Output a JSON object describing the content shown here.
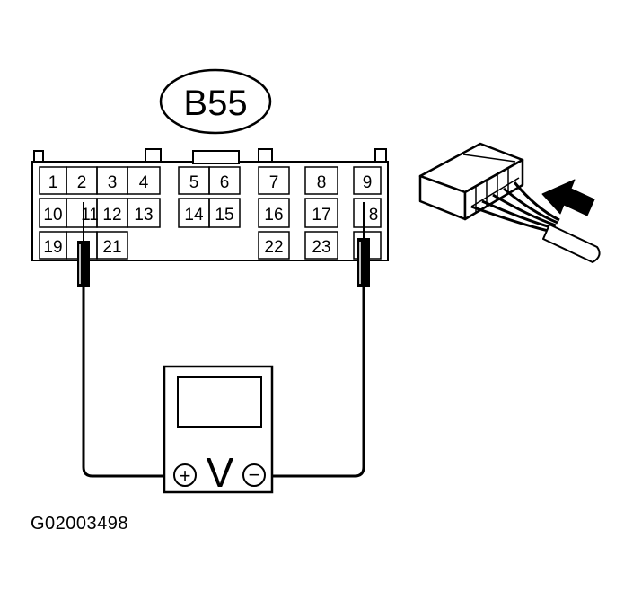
{
  "connector": {
    "name": "B55",
    "pins": [
      {
        "id": "1",
        "text": "1"
      },
      {
        "id": "2",
        "text": "2"
      },
      {
        "id": "3",
        "text": "3"
      },
      {
        "id": "4",
        "text": "4"
      },
      {
        "id": "5",
        "text": "5"
      },
      {
        "id": "6",
        "text": "6"
      },
      {
        "id": "7",
        "text": "7"
      },
      {
        "id": "8",
        "text": "8"
      },
      {
        "id": "9",
        "text": "9"
      },
      {
        "id": "10",
        "text": "10"
      },
      {
        "id": "11",
        "text": "11"
      },
      {
        "id": "12",
        "text": "12"
      },
      {
        "id": "13",
        "text": "13"
      },
      {
        "id": "14",
        "text": "14"
      },
      {
        "id": "15",
        "text": "15"
      },
      {
        "id": "16",
        "text": "16"
      },
      {
        "id": "17",
        "text": "17"
      },
      {
        "id": "18",
        "text": "8"
      },
      {
        "id": "19",
        "text": "19"
      },
      {
        "id": "21",
        "text": "21"
      },
      {
        "id": "22",
        "text": "22"
      },
      {
        "id": "23",
        "text": "23"
      }
    ]
  },
  "meter": {
    "unit_symbol": "V",
    "positive_symbol": "+",
    "negative_symbol": "−"
  },
  "figure_code": "G02003498"
}
